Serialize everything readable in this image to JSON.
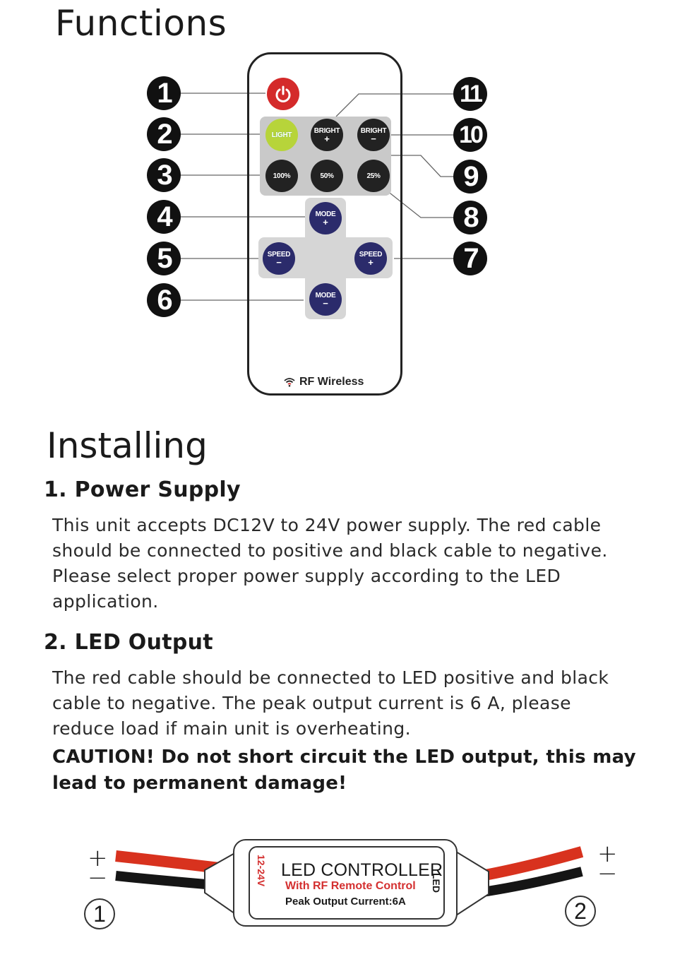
{
  "functions": {
    "title": "Functions",
    "remote_buttons": {
      "light": "LIGHT",
      "bright_plus": "BRIGHT",
      "bright_plus_sign": "+",
      "bright_minus": "BRIGHT",
      "bright_minus_sign": "−",
      "p100": "100%",
      "p50": "50%",
      "p25": "25%",
      "mode_plus": "MODE",
      "mode_plus_sign": "+",
      "speed_minus": "SPEED",
      "speed_minus_sign": "−",
      "speed_plus": "SPEED",
      "speed_plus_sign": "+",
      "mode_minus": "MODE",
      "mode_minus_sign": "−"
    },
    "callouts": [
      "1",
      "2",
      "3",
      "4",
      "5",
      "6",
      "7",
      "8",
      "9",
      "10",
      "11"
    ],
    "rf_label": "RF Wireless"
  },
  "installing": {
    "title": "Installing",
    "power_supply": {
      "heading": "1. Power Supply",
      "lines": [
        "This unit accepts DC12V to 24V  power supply. The red cable",
        "should be connected to positive and black cable to negative.",
        "Please select proper power supply according to the LED",
        "application."
      ]
    },
    "led_output": {
      "heading": "2. LED Output",
      "lines": [
        "The red cable should be connected to LED positive and black",
        "cable to negative. The peak output current is 6 A,   please",
        "reduce load if main unit is overheating."
      ],
      "caution_lines": [
        "CAUTION!  Do not short circuit the LED output, this may",
        "lead to permanent damage!"
      ]
    }
  },
  "controller": {
    "title": "LED CONTROLLER",
    "subtitle": "With RF Remote Control",
    "peak": "Peak Output Current:6A",
    "input_label": "12-24V",
    "output_label": "LED",
    "plus": "+",
    "minus": "−",
    "left_number": "1",
    "right_number": "2"
  },
  "colors": {
    "power_red": "#d42a2a",
    "light_green": "#b7d43a",
    "navy": "#2b2b6b",
    "label_red": "#d43030"
  }
}
